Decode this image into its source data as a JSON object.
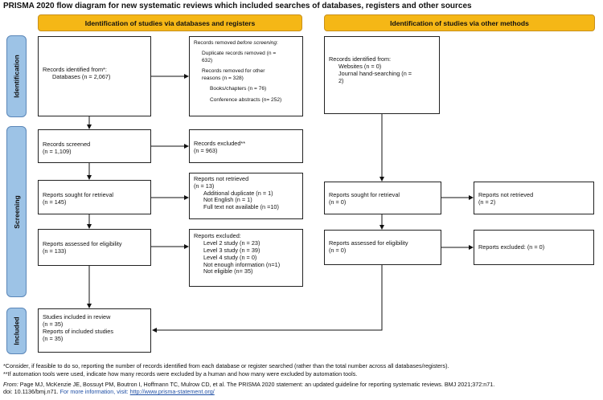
{
  "title": "PRISMA 2020 flow diagram for new systematic reviews which included searches of databases, registers and other sources",
  "banners": {
    "left": "Identification of studies via databases and registers",
    "right": "Identification of studies via other methods"
  },
  "phases": {
    "identification": "Identification",
    "screening": "Screening",
    "included": "Included"
  },
  "boxes": {
    "identified_db": [
      "Records identified from*:",
      "Databases (n = 2,067)"
    ],
    "removed": {
      "heading_prefix": "Records removed ",
      "heading_italic": "before screening",
      "heading_suffix": ":",
      "lines": [
        "Duplicate records removed (n =",
        "632)",
        "Records removed for other",
        "reasons (n = 328)",
        "Books/chapters (n = 76)",
        "Conference abstracts (n= 252)"
      ]
    },
    "screened": [
      "Records screened",
      "(n = 1,109)"
    ],
    "excluded": [
      "Records excluded**",
      "(n = 963)"
    ],
    "sought": [
      "Reports sought for retrieval",
      "(n = 145)"
    ],
    "not_retrieved": [
      "Reports not retrieved",
      "(n = 13)",
      "Additional duplicate (n = 1)",
      "Not English (n = 1)",
      "Full text not available (n =10)"
    ],
    "assessed": [
      "Reports assessed for eligibility",
      "(n = 133)"
    ],
    "reports_excluded": [
      "Reports excluded:",
      "Level 2 study (n = 23)",
      "Level 3 study (n = 39)",
      "Level 4 study (n = 0)",
      "Not enough information (n=1)",
      "Not eligible (n= 35)"
    ],
    "included": [
      "Studies included in review",
      "(n = 35)",
      "Reports of included studies",
      "(n = 35)"
    ],
    "identified_other": [
      "Records identified from:",
      "Websites (n = 0)",
      "Journal hand-searching (n =",
      "2)"
    ],
    "sought_other": [
      "Reports sought for retrieval",
      "(n = 0)"
    ],
    "not_retrieved_other": [
      "Reports not retrieved",
      "(n = 2)"
    ],
    "assessed_other": [
      "Reports assessed for eligibility",
      "(n = 0)"
    ],
    "excluded_other": [
      "Reports excluded: (n = 0)"
    ]
  },
  "footnotes": [
    "*Consider, if feasible to do so, reporting the number of records identified from each database or register searched (rather than the total number across all databases/registers).",
    "**If automation tools were used, indicate how many records were excluded by a human and how many were excluded by automation tools."
  ],
  "citation": {
    "from_label": "From:",
    "text": " Page MJ, McKenzie JE, Bossuyt PM, Boutron I, Hoffmann TC, Mulrow CD, et al. The PRISMA 2020 statement: an updated guideline for reporting systematic reviews. BMJ 2021;372:n71.",
    "doi": "doi: 10.1136/bmj.n71. ",
    "more_info": "For more information, visit: ",
    "link": "http://www.prisma-statement.org/"
  }
}
